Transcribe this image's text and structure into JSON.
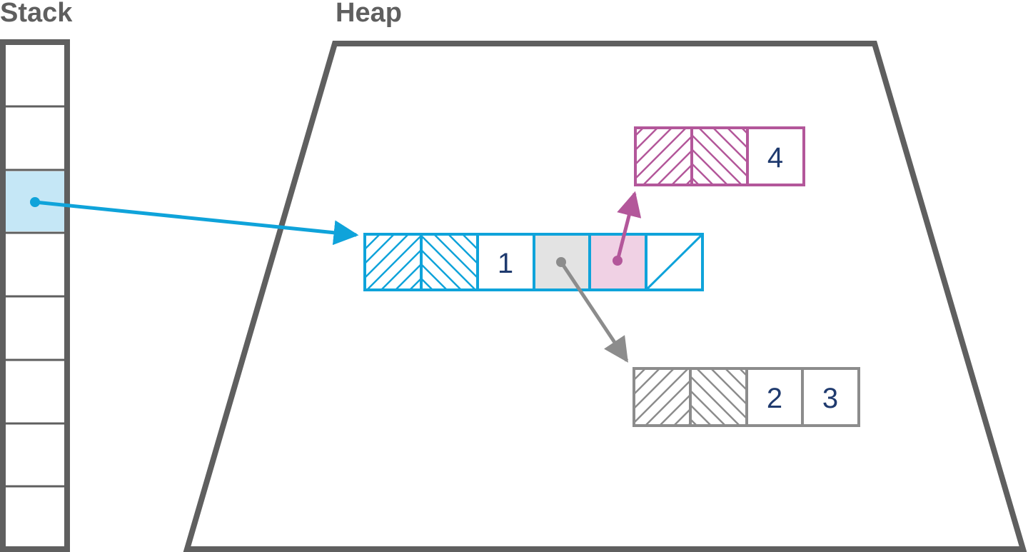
{
  "labels": {
    "stack": "Stack",
    "heap": "Heap"
  },
  "outer_object": {
    "value": "1"
  },
  "inner_object_gray": {
    "values": [
      "2",
      "3"
    ]
  },
  "inner_object_pink": {
    "value": "4"
  },
  "colors": {
    "frame": "#5f5f5f",
    "blue": "#0fa3da",
    "blue_fill": "#c5e7f6",
    "pink": "#b3579a",
    "pink_fill": "#f0d1e4",
    "gray": "#8c8c8c",
    "gray_fill": "#e3e3e3",
    "number_text": "#1f3a6e"
  }
}
